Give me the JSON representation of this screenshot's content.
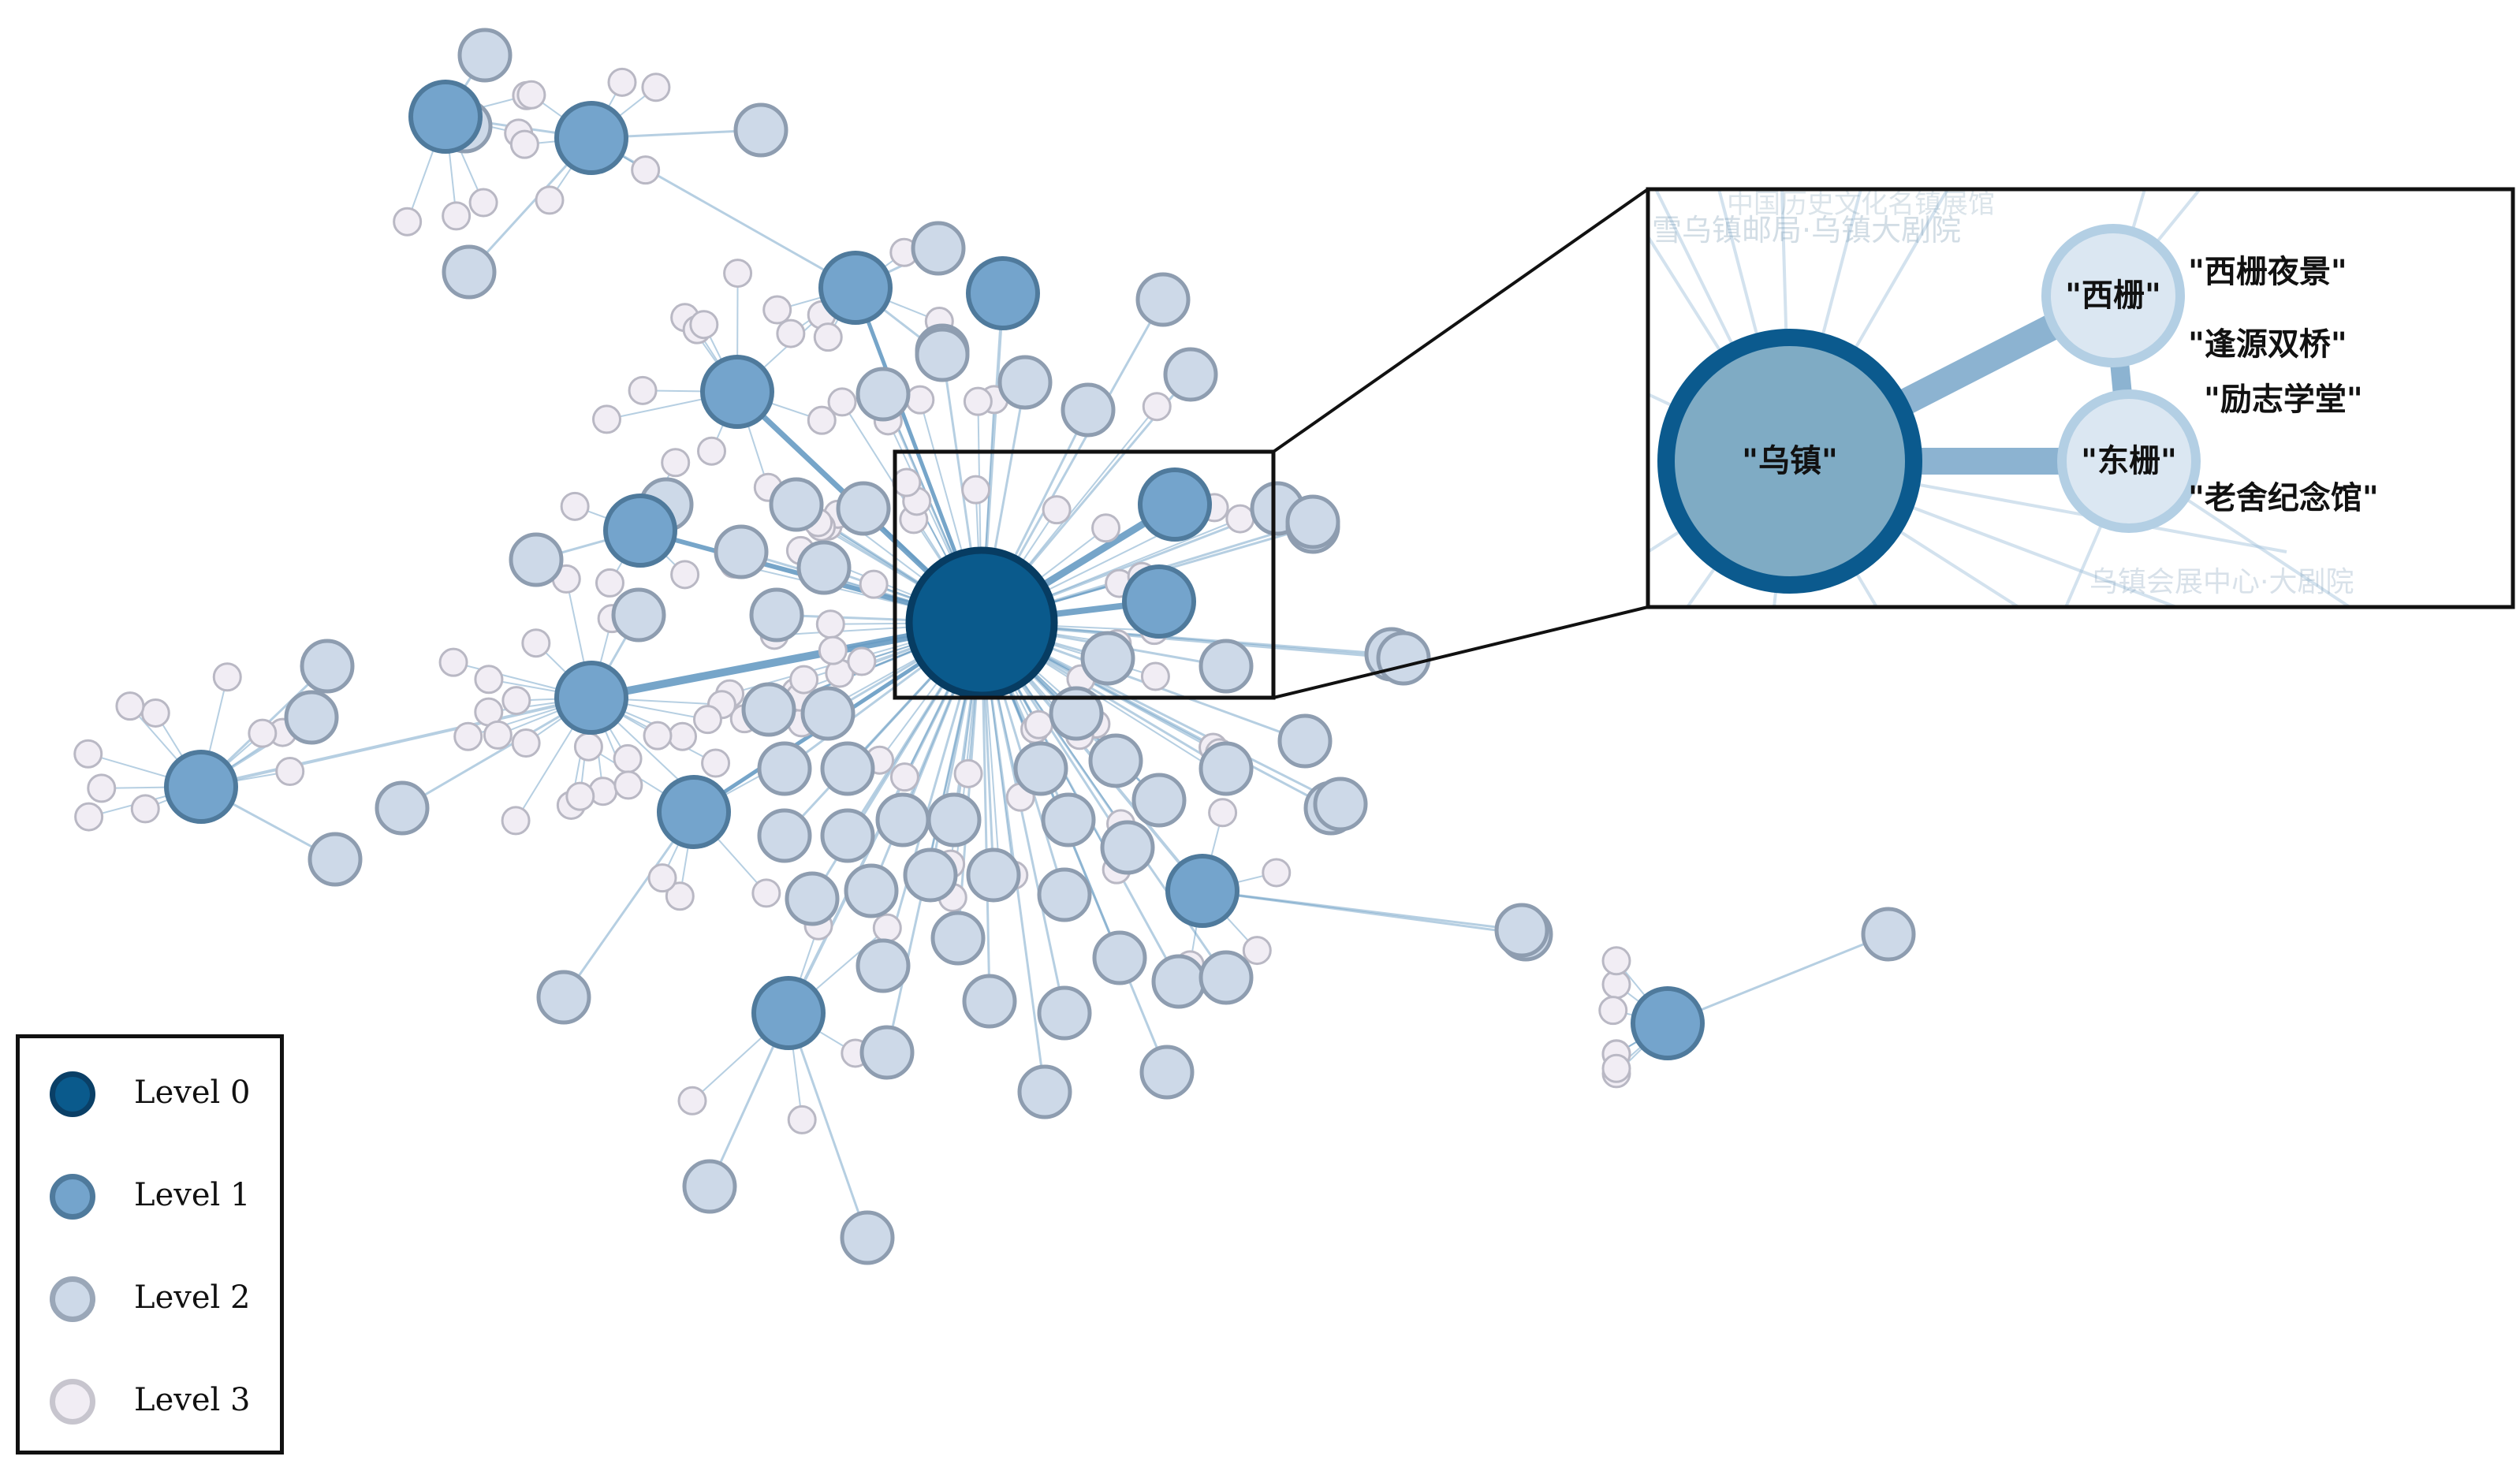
{
  "zoom": {
    "center_label": "\"乌镇\"",
    "node_a_label": "\"西栅\"",
    "node_b_label": "\"东栅\"",
    "annotations": [
      "\"西栅夜景\"",
      "\"逢源双桥\"",
      "\"励志学堂\"",
      "\"老舍纪念馆\""
    ]
  },
  "legend": {
    "items": [
      {
        "label": "Level 0",
        "fill": "#0a5a8c",
        "stroke": "#0a3f66"
      },
      {
        "label": "Level 1",
        "fill": "#74a4cc",
        "stroke": "#4f7a9c"
      },
      {
        "label": "Level 2",
        "fill": "#cdd9e8",
        "stroke": "#9aa7b8"
      },
      {
        "label": "Level 3",
        "fill": "#f1edf4",
        "stroke": "#c7c5ce"
      }
    ]
  },
  "colors": {
    "edge": "#5e95bf",
    "level0": "#0a5a8c",
    "level1": "#74a4cc",
    "level2": "#cdd9e8",
    "level3": "#f1edf4"
  }
}
